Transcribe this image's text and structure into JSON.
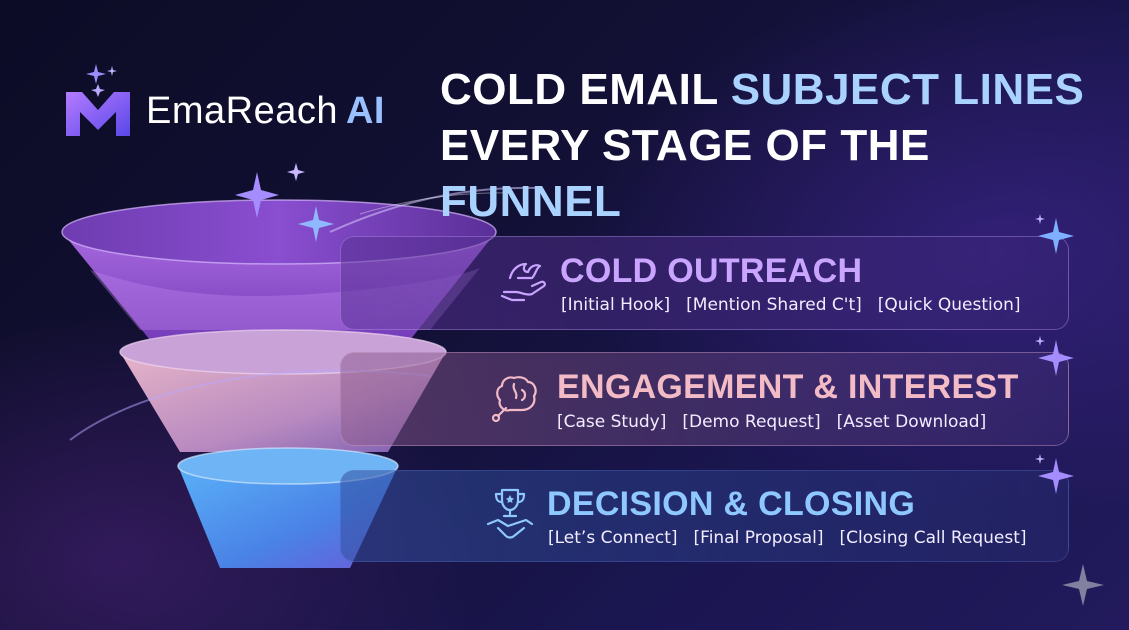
{
  "brand": {
    "name": "EmaReach",
    "suffix": "AI"
  },
  "headline": {
    "line1_a": "COLD EMAIL ",
    "line1_b": "SUBJECT LINES",
    "line2_a": "EVERY STAGE OF THE ",
    "line2_b": "FUNNEL"
  },
  "stages": [
    {
      "title": "COLD OUTREACH",
      "tags": [
        "[Initial Hook]",
        "[Mention Shared C't]",
        "[Quick Question]"
      ],
      "icon": "hand-wave-icon",
      "color": "#c9a5ff"
    },
    {
      "title": "ENGAGEMENT & INTEREST",
      "tags": [
        "[Case Study]",
        "[Demo Request]",
        "[Asset Download]"
      ],
      "icon": "brain-circuit-icon",
      "color": "#f3bbc6"
    },
    {
      "title": "DECISION & CLOSING",
      "tags": [
        "[Let’s Connect]",
        "[Final Proposal]",
        "[Closing Call Request]"
      ],
      "icon": "trophy-handshake-icon",
      "color": "#8fc8ff"
    }
  ],
  "colors": {
    "background": "#0c0c26",
    "headline_highlight": "#a9d2ff",
    "funnel_top": "#a05ad8",
    "funnel_middle": "#d8a0c0",
    "funnel_bottom": "#4a9cf0"
  }
}
